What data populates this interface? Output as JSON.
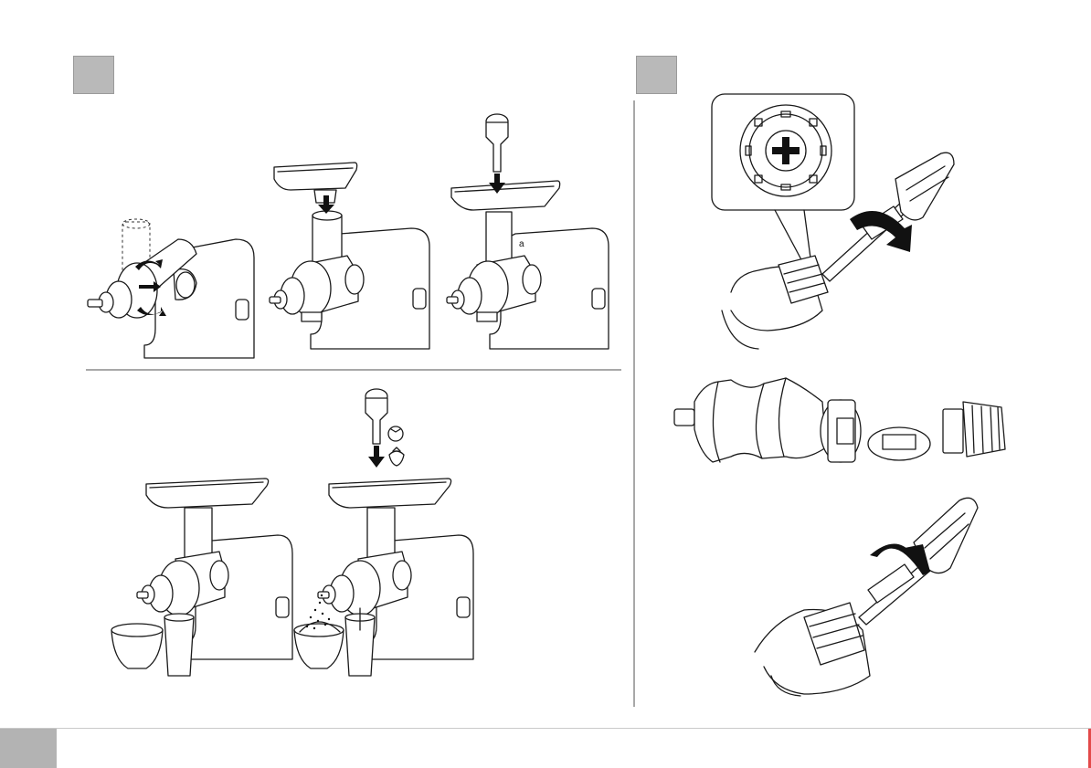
{
  "page": {
    "step_badges": [
      "step-1-badge",
      "step-2-badge"
    ],
    "footer": {
      "page_tab_color": "#b3b3b3",
      "edge_color": "#e34a4a"
    }
  },
  "colors": {
    "badge": "#b9b9b9",
    "divider": "#a8a8a8",
    "ink": "#1a1a1a"
  },
  "illustrations": {
    "step1_top": [
      "attach-grinder-head",
      "mount-feeding-tray",
      "insert-pusher"
    ],
    "step1_bottom": [
      "grinder-with-bowl-and-cup",
      "grinder-processing-tomatoes"
    ],
    "step2": [
      "unscrew-ring-detail",
      "disassembled-parts",
      "reassemble-ring"
    ],
    "icons": [
      "tomato-icon",
      "strawberry-icon"
    ]
  }
}
